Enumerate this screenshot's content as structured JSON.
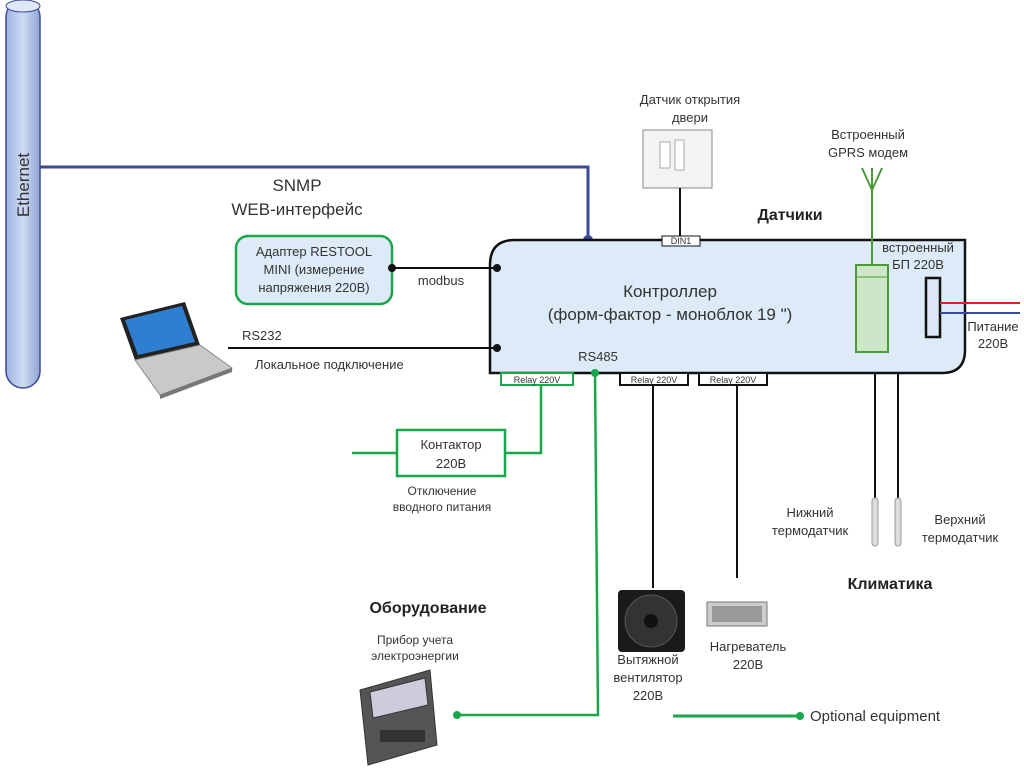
{
  "colors": {
    "ethernet": "#3a4a9a",
    "optional": "#1aa64a",
    "controller_fill": "#dcebf7",
    "power_live": "#e02020",
    "power_neutral": "#3a4a9a"
  },
  "ethernet": {
    "label": "Ethernet"
  },
  "snmp": {
    "line1": "SNMP",
    "line2": "WEB-интерфейс"
  },
  "adapter": {
    "line1": "Адаптер RESTOOL",
    "line2": "MINI (измерение",
    "line3": "напряжения  220В)",
    "link": "modbus"
  },
  "laptop": {
    "link": "RS232",
    "caption": "Локальное  подключение",
    "icon": "laptop-icon"
  },
  "controller": {
    "line1": "Контроллер",
    "line2": "(форм-фактор  - моноблок  19 \")",
    "din": "DIN1",
    "rs485": "RS485",
    "psu_line1": "встроенный",
    "psu_line2": "БП 220В"
  },
  "relays": [
    "Relay 220V",
    "Relay 220V",
    "Relay 220V"
  ],
  "door_sensor": {
    "line1": "Датчик открытия",
    "line2": "двери"
  },
  "sensors_heading": "Датчики",
  "gprs": {
    "line1": "Встроенный",
    "line2": "GPRS  модем"
  },
  "power": {
    "line1": "Питание",
    "line2": "220В"
  },
  "contactor": {
    "line1": "Контактор",
    "line2": "220В",
    "caption1": "Отключение",
    "caption2": "вводного питания"
  },
  "fan": {
    "line1": "Вытяжной",
    "line2": "вентилятор",
    "line3": "220В"
  },
  "heater": {
    "line1": "Нагреватель",
    "line2": "220В"
  },
  "lower_sensor": {
    "line1": "Нижний",
    "line2": "термодатчик"
  },
  "upper_sensor": {
    "line1": "Верхний",
    "line2": "термодатчик"
  },
  "climate_heading": "Климатика",
  "equipment_heading": "Оборудование",
  "meter": {
    "line1": "Прибор учета",
    "line2": "электроэнергии"
  },
  "legend": {
    "label": "Optional equipment"
  }
}
